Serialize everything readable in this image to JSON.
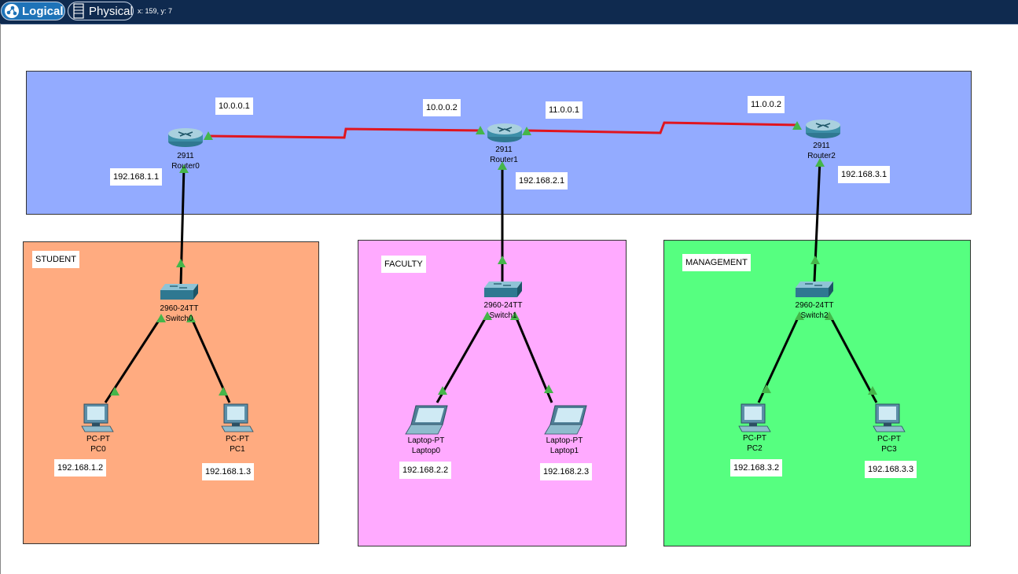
{
  "toolbar": {
    "logical_label": "Logical",
    "physical_label": "Physical",
    "coordinates": "x: 159, y: 7"
  },
  "zones": {
    "student": "STUDENT",
    "faculty": "FACULTY",
    "management": "MANAGEMENT"
  },
  "ip_notes": {
    "r0_wan": "10.0.0.1",
    "r1_wan_left": "10.0.0.2",
    "r1_wan_right": "11.0.0.1",
    "r2_wan": "11.0.0.2",
    "r0_lan": "192.168.1.1",
    "r1_lan": "192.168.2.1",
    "r2_lan": "192.168.3.1",
    "pc0": "192.168.1.2",
    "pc1": "192.168.1.3",
    "laptop0": "192.168.2.2",
    "laptop1": "192.168.2.3",
    "pc2": "192.168.3.2",
    "pc3": "192.168.3.3"
  },
  "devices": {
    "router0": {
      "model": "2911",
      "name": "Router0"
    },
    "router1": {
      "model": "2911",
      "name": "Router1"
    },
    "router2": {
      "model": "2911",
      "name": "Router2"
    },
    "switch0": {
      "model": "2960-24TT",
      "name": "Switch0"
    },
    "switch1": {
      "model": "2960-24TT",
      "name": "Switch1"
    },
    "switch2": {
      "model": "2960-24TT",
      "name": "Switch2"
    },
    "pc0": {
      "model": "PC-PT",
      "name": "PC0"
    },
    "pc1": {
      "model": "PC-PT",
      "name": "PC1"
    },
    "laptop0": {
      "model": "Laptop-PT",
      "name": "Laptop0"
    },
    "laptop1": {
      "model": "Laptop-PT",
      "name": "Laptop1"
    },
    "pc2": {
      "model": "PC-PT",
      "name": "PC2"
    },
    "pc3": {
      "model": "PC-PT",
      "name": "PC3"
    }
  },
  "icons": {
    "logical": "logical-topology-icon",
    "physical": "physical-rack-icon",
    "router": "router-icon",
    "switch": "switch-icon",
    "pc": "pc-icon",
    "laptop": "laptop-icon",
    "link_up": "link-up-triangle-icon"
  },
  "colors": {
    "topbar": "#0f2a4f",
    "logical_active": "#1e73b8",
    "core_zone": "#93abff",
    "student_zone": "#ffab80",
    "faculty_zone": "#ffaaff",
    "management_zone": "#56ff80",
    "serial_link": "#e0151f",
    "ethernet_link": "#000000",
    "link_up": "#45b64a"
  }
}
